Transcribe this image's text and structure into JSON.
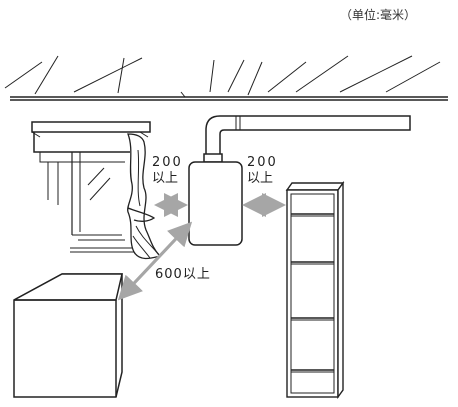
{
  "unit_label": "（单位:毫米）",
  "dimensions": {
    "left_value": "200",
    "left_suffix": "以上",
    "right_value": "200",
    "right_suffix": "以上",
    "diagonal": "600以上"
  },
  "colors": {
    "line": "#222222",
    "arrow": "#a6a6a6"
  }
}
